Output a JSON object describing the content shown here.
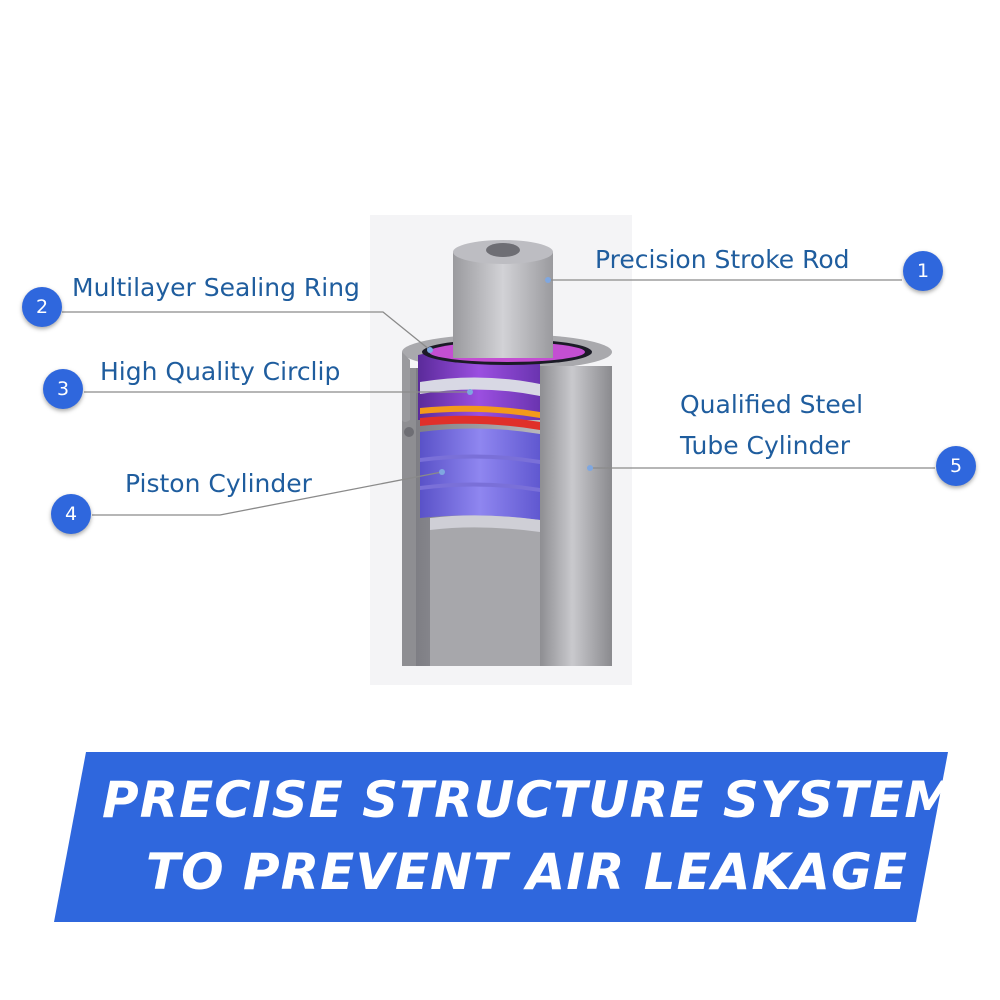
{
  "callouts": [
    {
      "number": "1",
      "text": "Precision Stroke Rod"
    },
    {
      "number": "2",
      "text": "Multilayer Sealing Ring"
    },
    {
      "number": "3",
      "text": "High Quality Circlip"
    },
    {
      "number": "4",
      "text": "Piston Cylinder"
    },
    {
      "number": "5",
      "text_line1": "Qualified Steel",
      "text_line2": "Tube Cylinder"
    }
  ],
  "banner": {
    "line1": "PRECISE STRUCTURE SYSTEM",
    "line2": "TO PREVENT AIR LEAKAGE"
  },
  "colors": {
    "accent_blue": "#2f67dd",
    "label_blue": "#1f5d9e",
    "seal_purple": "#8a3fd0",
    "seal_orange": "#f39a1a",
    "seal_red": "#e0302a"
  }
}
